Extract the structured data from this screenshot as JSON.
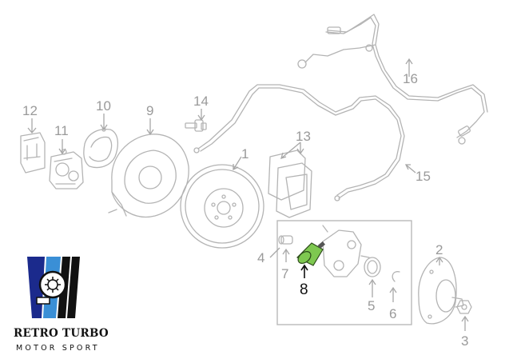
{
  "diagram": {
    "callouts": [
      {
        "id": "1",
        "text": "1"
      },
      {
        "id": "2",
        "text": "2"
      },
      {
        "id": "3",
        "text": "3"
      },
      {
        "id": "4",
        "text": "4"
      },
      {
        "id": "5",
        "text": "5"
      },
      {
        "id": "6",
        "text": "6"
      },
      {
        "id": "7",
        "text": "7"
      },
      {
        "id": "8",
        "text": "8"
      },
      {
        "id": "9",
        "text": "9"
      },
      {
        "id": "10",
        "text": "10"
      },
      {
        "id": "11",
        "text": "11"
      },
      {
        "id": "12",
        "text": "12"
      },
      {
        "id": "13",
        "text": "13"
      },
      {
        "id": "14",
        "text": "14"
      },
      {
        "id": "15",
        "text": "15"
      },
      {
        "id": "16",
        "text": "16"
      }
    ],
    "highlighted_part": "8",
    "highlight_color": "#7ec850",
    "line_color": "#b4b4b4"
  },
  "brand": {
    "name": "RETRO TURBO",
    "tagline": "MOTOR SPORT",
    "colors": [
      "#1b2a8c",
      "#3a8fd6",
      "#111111"
    ]
  }
}
